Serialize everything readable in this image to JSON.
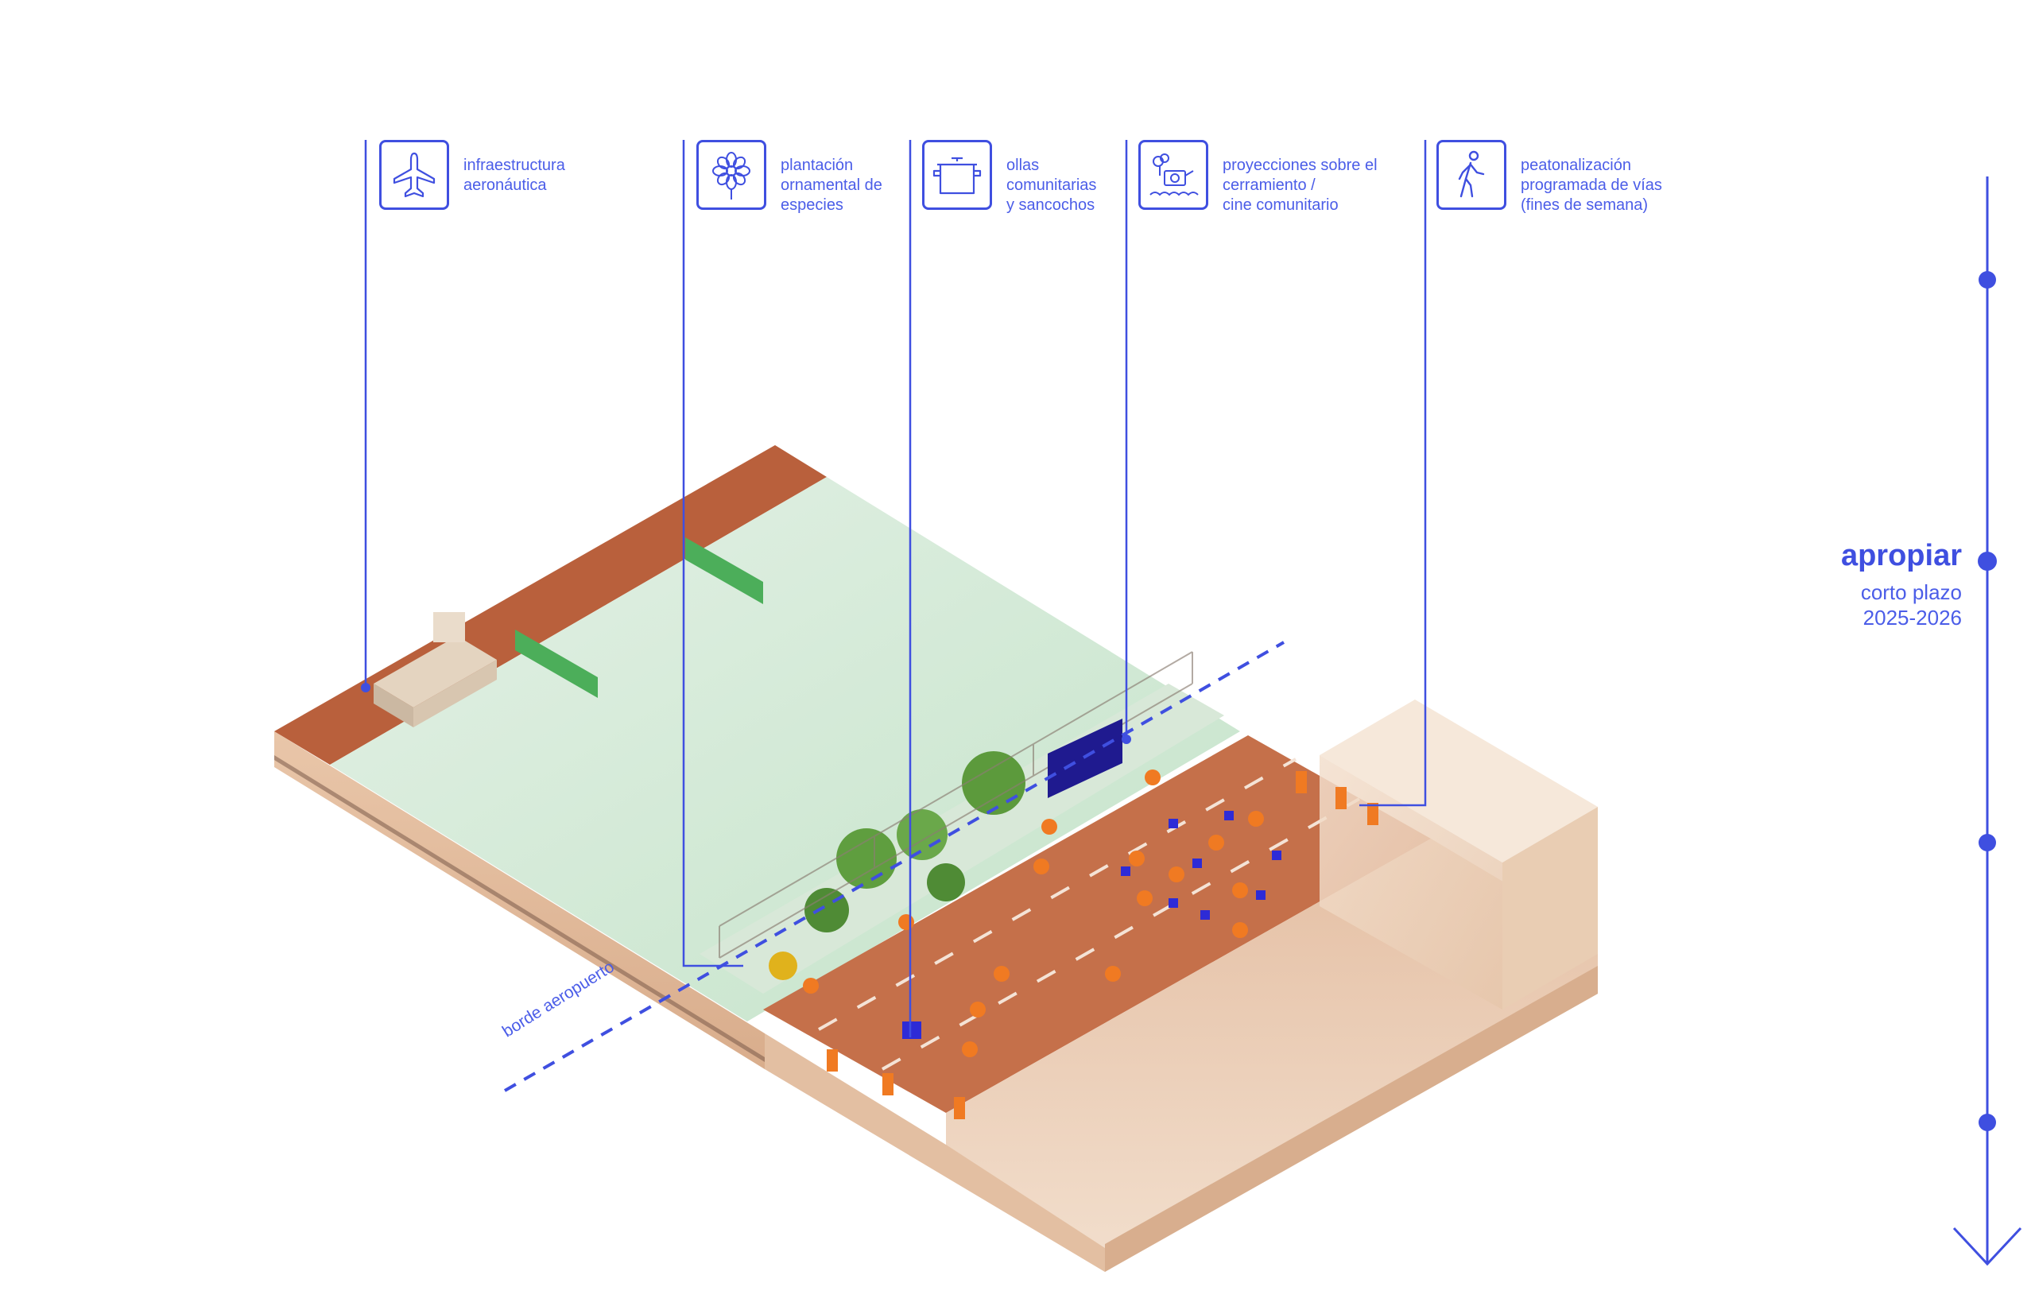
{
  "legend": [
    {
      "icon": "airplane-icon",
      "text": "infraestructura\naeronáutica"
    },
    {
      "icon": "flower-icon",
      "text": "plantación\nornamental  de\nespecies"
    },
    {
      "icon": "pot-icon",
      "text": "ollas\ncomunitarias\ny sancochos"
    },
    {
      "icon": "projector-icon",
      "text": "proyecciones sobre el\ncerramiento /\ncine comunitario"
    },
    {
      "icon": "pedestrian-icon",
      "text": "peatonalización\nprogramada de vías\n(fines de semana)"
    }
  ],
  "timeline": {
    "phase": "apropiar",
    "term": "corto plazo",
    "years": "2025-2026"
  },
  "edge_label": "borde aeropuerto",
  "colors": {
    "accent": "#3f4fe0",
    "runway_green": "#cfe8d3",
    "soil": "#b9603c",
    "road": "#c5704a",
    "people_orange": "#f07a22",
    "concrete": "#e8cdb4"
  }
}
